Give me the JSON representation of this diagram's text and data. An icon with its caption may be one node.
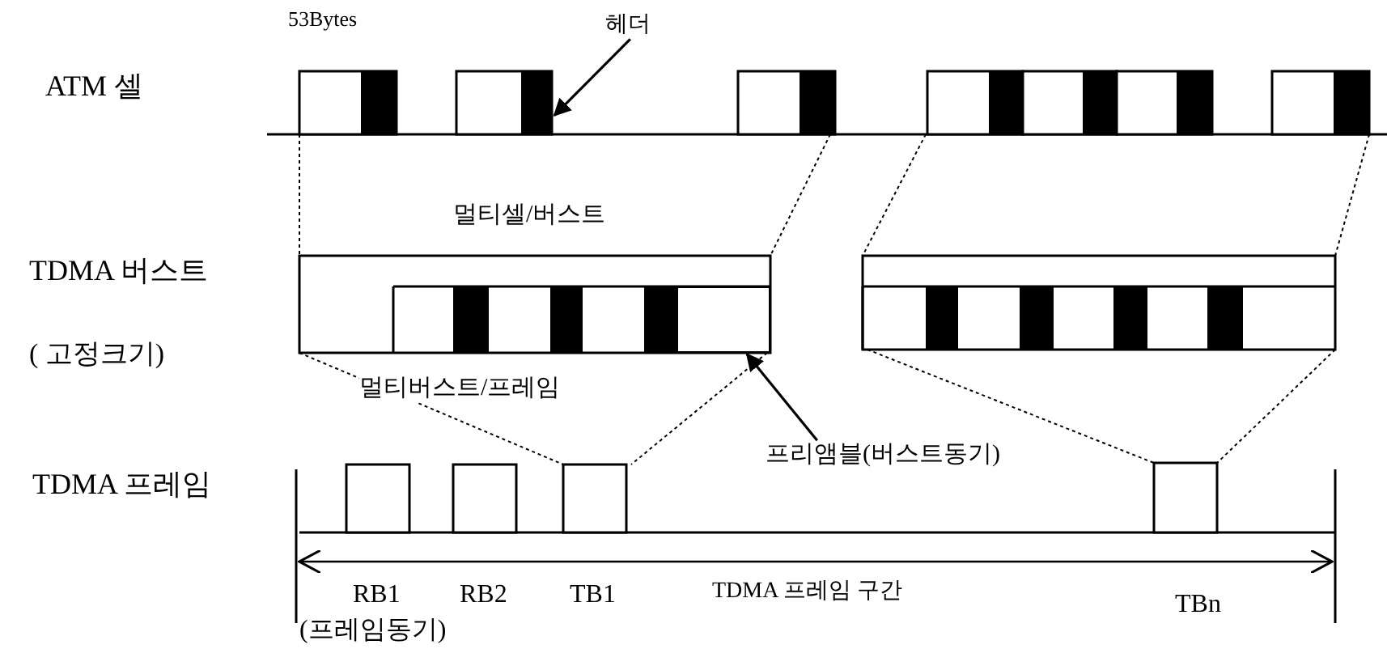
{
  "diagram": {
    "nodes": [
      {
        "text": [
          "헤더"
        ]
      },
      {
        "text": [],
        "shape": "bar"
      },
      {
        "text": [
          "프리앰블(버스트동기)"
        ]
      },
      {
        "text": [],
        "shape": "box"
      }
    ],
    "edges": [
      {
        "from": 0,
        "to": 1,
        "arrow": "to"
      },
      {
        "from": 2,
        "to": 3,
        "arrow": "to"
      }
    ],
    "labels": [
      "53Bytes",
      "ATM 셀",
      "멀티셀/버스트",
      "TDMA 버스트",
      "( 고정크기)",
      "멀티버스트/프레임",
      "TDMA 프레임",
      "RB1",
      "RB2",
      "TB1",
      "TDMA 프레임 구간",
      "TBn",
      "(프레임동기)"
    ]
  }
}
